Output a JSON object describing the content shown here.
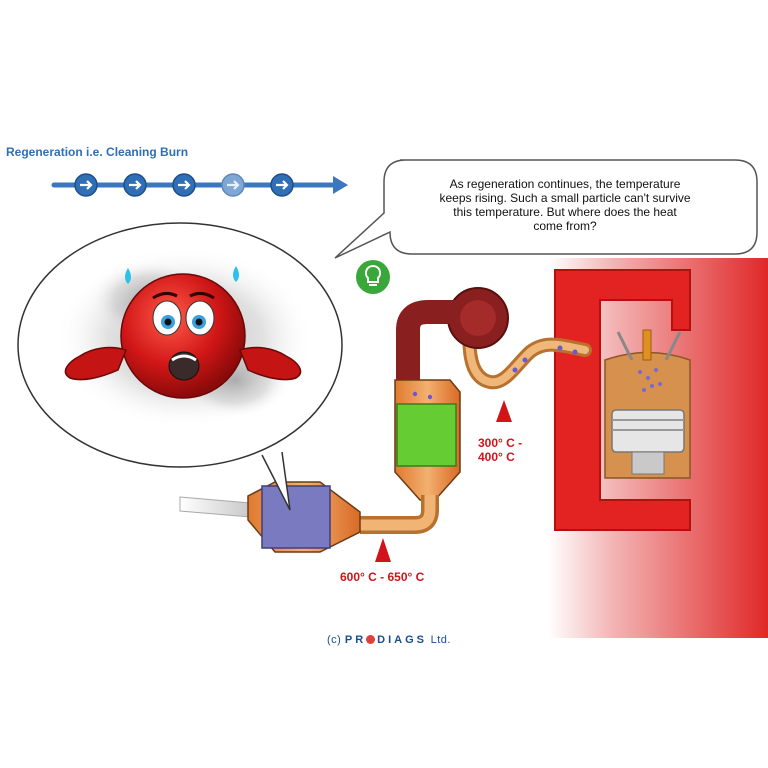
{
  "header": {
    "title": "Regeneration i.e. Cleaning Burn"
  },
  "stepper": {
    "steps": 5,
    "active_step": 4
  },
  "speech_bubble": {
    "line1": "As regeneration continues, the temperature",
    "line2": "keeps rising. Such a small particle can't survive",
    "line3": "this temperature. But where does the heat",
    "line4": "come from?"
  },
  "hint": {
    "icon": "lightbulb-icon",
    "color": "#3aa73a"
  },
  "labels": {
    "temp_upper_line1": "300° C -",
    "temp_upper_line2": "400° C",
    "temp_lower": "600° C - 650° C"
  },
  "footer": {
    "prefix": "(c)",
    "brand_a": "PR",
    "brand_b": "DIAGS",
    "suffix": "Ltd."
  },
  "colors": {
    "accent": "#2f6fb6",
    "temperature": "#d0141a",
    "engine": "#e02020",
    "filter": "#66cc33"
  }
}
